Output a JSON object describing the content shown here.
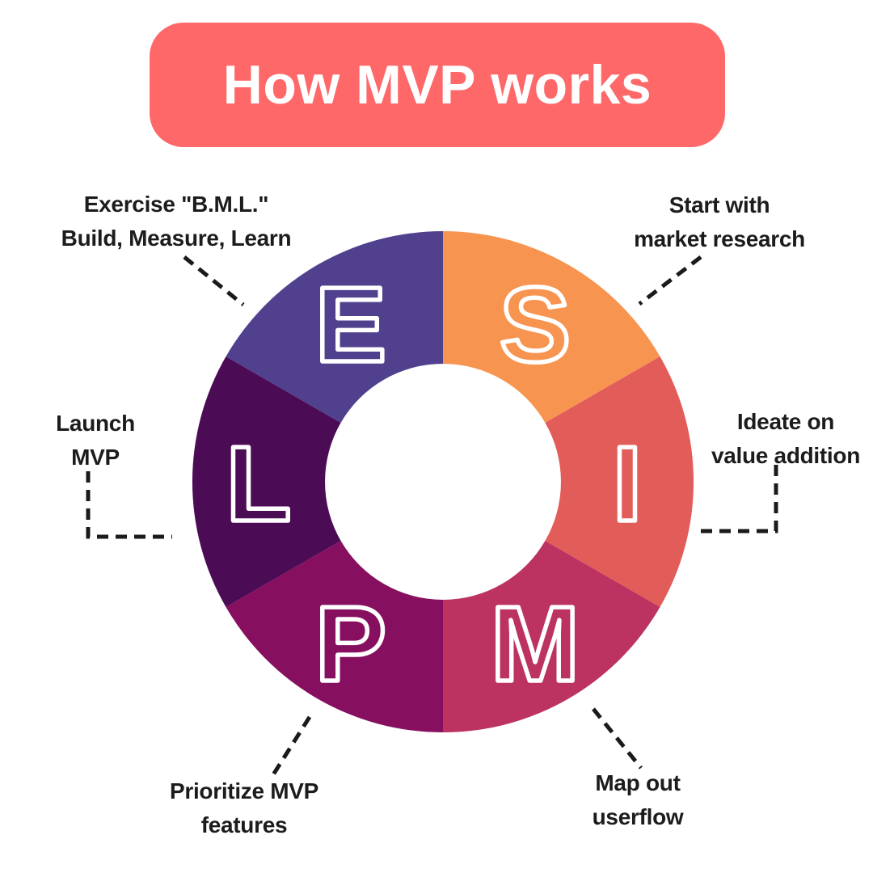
{
  "title": {
    "text": "How MVP works",
    "bg_color": "#FF6868",
    "text_color": "#FFFFFF"
  },
  "donut": {
    "acronym": "SIMPLE",
    "connector_color": "#1A1A1A",
    "segments": [
      {
        "letter": "S",
        "color": "#F79450",
        "label_line1": "Start with",
        "label_line2": "market research"
      },
      {
        "letter": "I",
        "color": "#E25C59",
        "label_line1": "Ideate on",
        "label_line2": "value addition"
      },
      {
        "letter": "M",
        "color": "#BC3260",
        "label_line1": "Map out",
        "label_line2": "userflow"
      },
      {
        "letter": "P",
        "color": "#870F60",
        "label_line1": "Prioritize MVP",
        "label_line2": "features"
      },
      {
        "letter": "L",
        "color": "#4B0B55",
        "label_line1": "Launch",
        "label_line2": "MVP"
      },
      {
        "letter": "E",
        "color": "#50408E",
        "label_line1": "Exercise \"B.M.L.\"",
        "label_line2": "Build, Measure, Learn"
      }
    ]
  }
}
